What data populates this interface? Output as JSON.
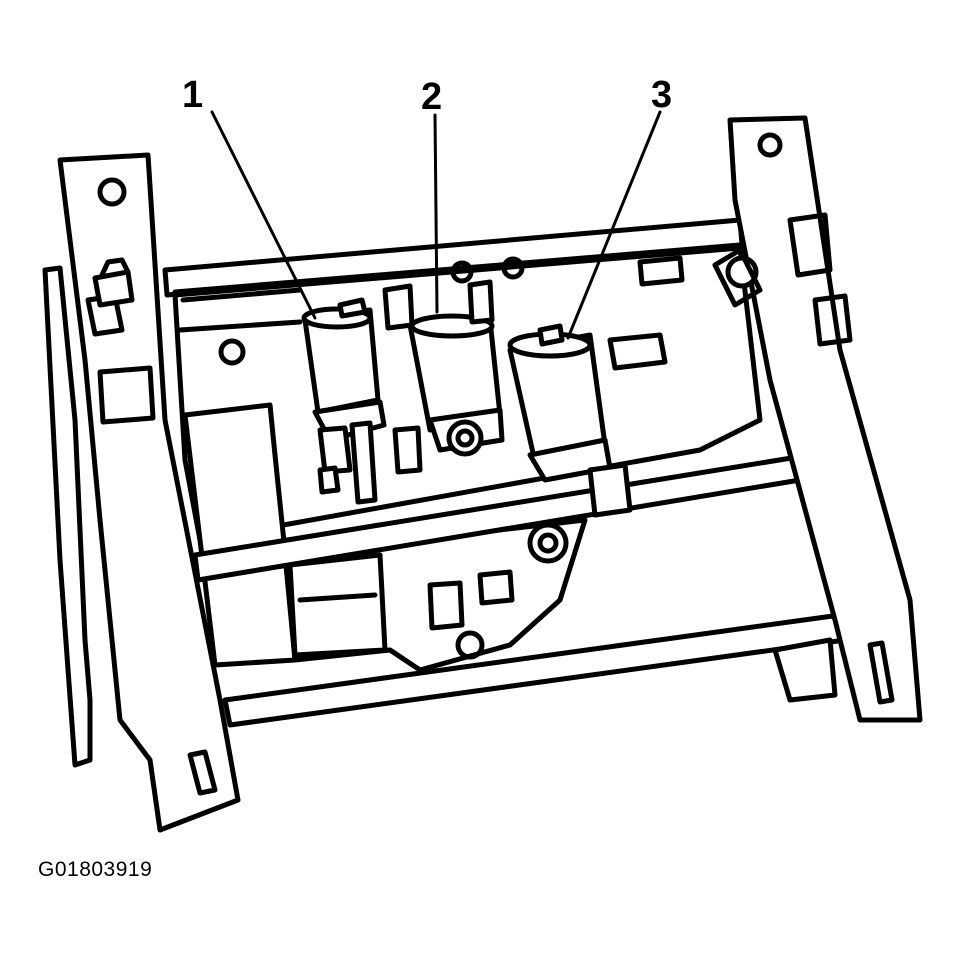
{
  "callouts": [
    {
      "label": "1",
      "icon": "motor-icon"
    },
    {
      "label": "2",
      "icon": "motor-icon"
    },
    {
      "label": "3",
      "icon": "motor-icon"
    }
  ],
  "figure_id": "G01803919",
  "colors": {
    "line": "#000000",
    "background": "#ffffff"
  }
}
